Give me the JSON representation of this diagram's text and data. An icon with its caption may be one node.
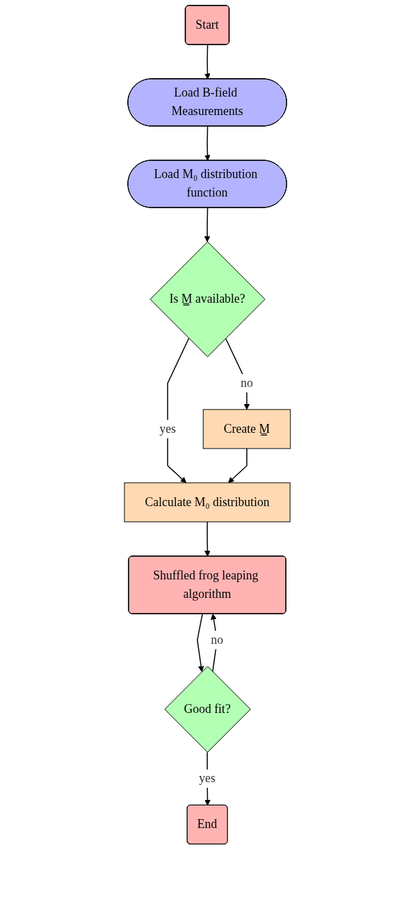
{
  "diagram": {
    "nodes": [
      {
        "text": [
          "Start"
        ]
      },
      {
        "text": [
          "Load B-field Measurements"
        ]
      },
      {
        "text": [
          "Load M₀ distribution function"
        ]
      },
      {
        "text": [
          "Is M̳ available?"
        ]
      },
      {
        "text": [
          "Create M̳"
        ]
      },
      {
        "text": [
          "Calculate M₀ distribution"
        ]
      },
      {
        "text": [
          "Shuffled frog leaping algorithm"
        ]
      },
      {
        "text": [
          "Good fit?"
        ]
      },
      {
        "text": [
          "End"
        ]
      }
    ],
    "edges": [
      {
        "from": 0,
        "to": 1,
        "arrow": "to"
      },
      {
        "from": 1,
        "to": 2,
        "arrow": "to"
      },
      {
        "from": 2,
        "to": 3,
        "arrow": "to"
      },
      {
        "from": 3,
        "to": 4,
        "arrow": "to",
        "label": "no"
      },
      {
        "from": 3,
        "to": 5,
        "arrow": "to",
        "label": "yes"
      },
      {
        "from": 4,
        "to": 5,
        "arrow": "to"
      },
      {
        "from": 5,
        "to": 6,
        "arrow": "to"
      },
      {
        "from": 6,
        "to": 7,
        "arrow": "to"
      },
      {
        "from": 7,
        "to": 6,
        "arrow": "to",
        "label": "no"
      },
      {
        "from": 7,
        "to": 8,
        "arrow": "to",
        "label": "yes"
      }
    ]
  }
}
